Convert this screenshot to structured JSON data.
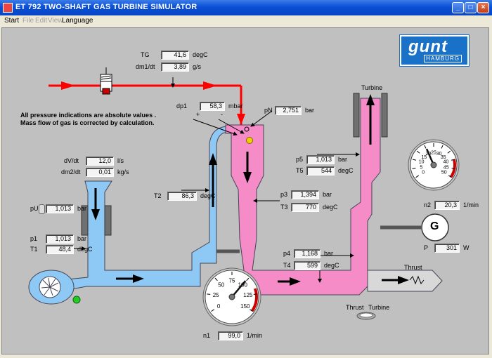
{
  "window": {
    "title": "ET 792 TWO-SHAFT GAS TURBINE SIMULATOR"
  },
  "menu": [
    "Start",
    "File",
    "Edit",
    "View",
    "Language"
  ],
  "logo": {
    "brand": "gunt",
    "sub": "HAMBURG"
  },
  "note": "All pressure indications are absolute values . Mass flow of gas is corrected by calculation.",
  "labels": {
    "turbine": "Turbine",
    "thrust": "Thrust",
    "thrust_switch": "Thrust",
    "turbine_switch": "Turbine",
    "generator": "G"
  },
  "readouts": {
    "TG": {
      "label": "TG",
      "value": "41,6",
      "unit": "degC"
    },
    "dm1dt": {
      "label": "dm1/dt",
      "value": "3,89",
      "unit": "g/s"
    },
    "dp1": {
      "label": "dp1",
      "value": "58,3",
      "unit": "mbar"
    },
    "pN": {
      "label": "pN",
      "value": "2,751",
      "unit": "bar"
    },
    "dVdt": {
      "label": "dV/dt",
      "value": "12,0",
      "unit": "l/s"
    },
    "dm2dt": {
      "label": "dm2/dt",
      "value": "0,01",
      "unit": "kg/s"
    },
    "pU": {
      "label": "pU",
      "value": "1,013",
      "unit": "bar"
    },
    "p1": {
      "label": "p1",
      "value": "1,013",
      "unit": "bar"
    },
    "T1": {
      "label": "T1",
      "value": "48,4",
      "unit": "degC"
    },
    "T2": {
      "label": "T2",
      "value": "86,3",
      "unit": "degC"
    },
    "p5": {
      "label": "p5",
      "value": "1,013",
      "unit": "bar"
    },
    "T5": {
      "label": "T5",
      "value": "544",
      "unit": "degC"
    },
    "p3": {
      "label": "p3",
      "value": "1,394",
      "unit": "bar"
    },
    "T3": {
      "label": "T3",
      "value": "770",
      "unit": "degC"
    },
    "p4": {
      "label": "p4",
      "value": "1,168",
      "unit": "bar"
    },
    "T4": {
      "label": "T4",
      "value": "599",
      "unit": "degC"
    },
    "n2": {
      "label": "n2",
      "value": "20,3",
      "unit": "1/min"
    },
    "P": {
      "label": "P",
      "value": "301",
      "unit": "W"
    },
    "n1": {
      "label": "n1",
      "value": "99,0",
      "unit": "1/min"
    }
  },
  "gauge_n1": {
    "ticks": [
      "0",
      "25",
      "50",
      "75",
      "100",
      "125",
      "150"
    ],
    "value": 99.0,
    "max": 150
  },
  "gauge_n2": {
    "ticks": [
      "0",
      "5",
      "10",
      "15",
      "20",
      "25",
      "30",
      "35",
      "40",
      "45",
      "50"
    ],
    "value": 20.3,
    "max": 50
  },
  "colors": {
    "air": "#8ec8f4",
    "hot": "#f58cc8",
    "fuel": "#ff0000",
    "window_bar": "#0a4fd6"
  }
}
